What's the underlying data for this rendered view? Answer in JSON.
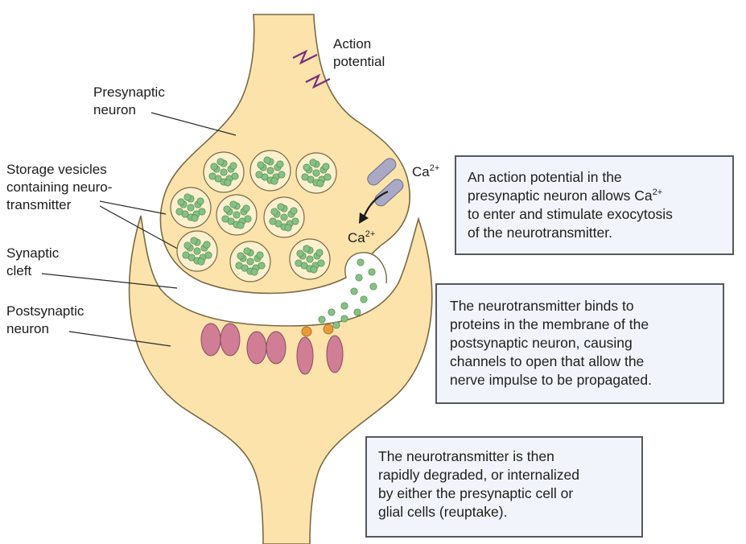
{
  "labels": {
    "action_potential": [
      "Action",
      "potential"
    ],
    "presynaptic": [
      "Presynaptic",
      "neuron"
    ],
    "storage_vesicles": [
      "Storage vesicles",
      "containing neuro-",
      "transmitter"
    ],
    "synaptic_cleft": [
      "Synaptic",
      "cleft"
    ],
    "postsynaptic": [
      "Postsynaptic",
      "neuron"
    ],
    "ion_base": "Ca",
    "ion_charge": "2+"
  },
  "boxes": {
    "box1": {
      "lines_before": [
        "An action potential in the",
        "presynaptic neuron allows "
      ],
      "ion_base": "Ca",
      "ion_charge": "2+",
      "lines_after": [
        "to enter and stimulate exocytosis",
        "of the neurotransmitter."
      ]
    },
    "box2": {
      "lines": [
        "The neurotransmitter binds to",
        "proteins in the membrane of the",
        "postsynaptic neuron, causing",
        "channels to open that allow the",
        "nerve impulse to be propagated."
      ]
    },
    "box3": {
      "lines": [
        "The neurotransmitter is then",
        "rapidly degraded, or internalized",
        "by either the presynaptic cell or",
        "glial cells (reuptake)."
      ]
    }
  },
  "colors": {
    "neuron_fill": "#fce3ab",
    "neuron_outline": "#7a6a45",
    "vesicle_fill": "#fdf0cf",
    "neurotransmitter": "#86c084",
    "receptor": "#cf7e96",
    "calcium_channel": "#a9a9c6",
    "action_potential_zigzag": "#7b2c7b",
    "bound_molecule": "#e89a3a",
    "box_fill": "#f1f5fb",
    "box_border": "#55585e"
  }
}
